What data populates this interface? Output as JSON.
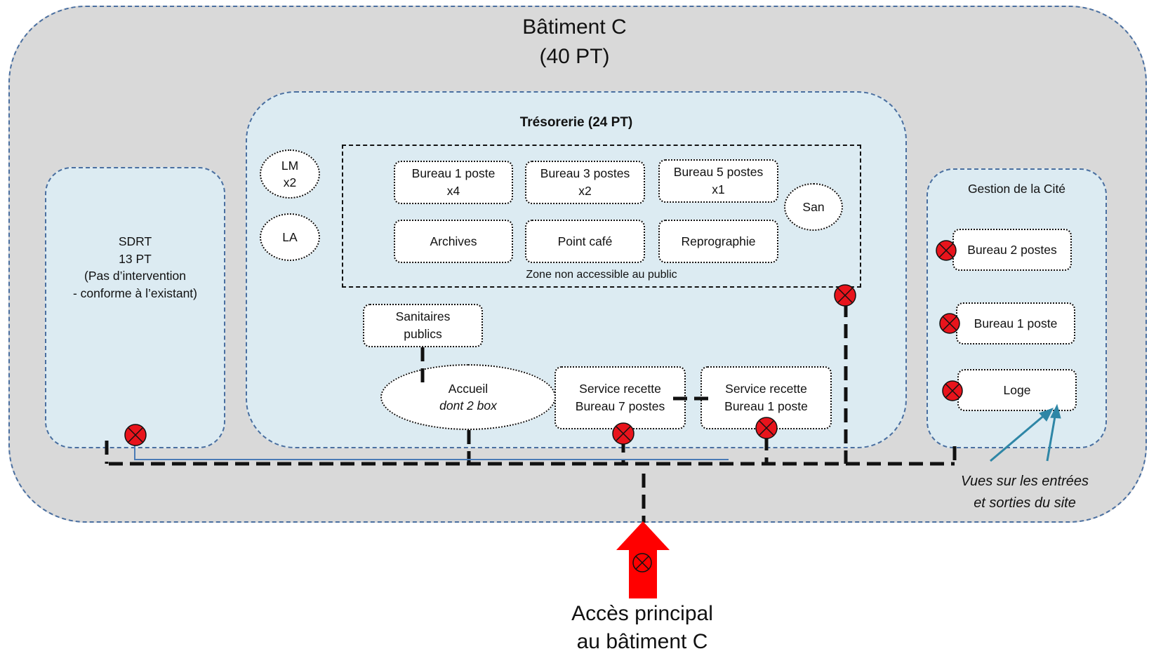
{
  "building": {
    "title": "Bâtiment C",
    "capacity": "(40 PT)"
  },
  "tresorerie": {
    "title": "Trésorerie (24 PT)",
    "lm": {
      "line1": "LM",
      "line2": "x2"
    },
    "la": "LA",
    "restricted_zone": {
      "label": "Zone non accessible au public",
      "rooms": {
        "bureau1": {
          "line1": "Bureau 1 poste",
          "line2": "x4"
        },
        "bureau3": {
          "line1": "Bureau 3 postes",
          "line2": "x2"
        },
        "bureau5": {
          "line1": "Bureau 5 postes",
          "line2": "x1"
        },
        "san": "San",
        "archives": "Archives",
        "point_cafe": "Point café",
        "reprographie": "Reprographie"
      }
    },
    "sanitaires": {
      "line1": "Sanitaires",
      "line2": "publics"
    },
    "accueil": {
      "line1": "Accueil",
      "line2": "dont 2 box"
    },
    "recette7": {
      "line1": "Service recette",
      "line2": "Bureau 7 postes"
    },
    "recette1": {
      "line1": "Service recette",
      "line2": "Bureau 1 poste"
    }
  },
  "sdrt": {
    "line1": "SDRT",
    "line2": "13 PT",
    "line3": "(Pas d’intervention",
    "line4": "- conforme à l’existant)"
  },
  "gestion": {
    "title": "Gestion de la Cité",
    "bureau2": "Bureau 2 postes",
    "bureau1": "Bureau 1 poste",
    "loge": "Loge"
  },
  "annotation": {
    "line1": "Vues sur les entrées",
    "line2": "et sorties du site"
  },
  "main_access": {
    "line1": "Accès principal",
    "line2": "au bâtiment C"
  },
  "colors": {
    "building_fill": "#d9d9d9",
    "zone_fill": "#dcebf2",
    "zone_border": "#4a6fa0",
    "camera_fill": "#e8141c",
    "arrow_fill": "#ff0000",
    "annotation_arrow": "#2e86a6",
    "network_line": "#111111",
    "thin_line": "#4a7ab5"
  },
  "icons": [
    "camera-icon",
    "access-arrow-icon"
  ]
}
